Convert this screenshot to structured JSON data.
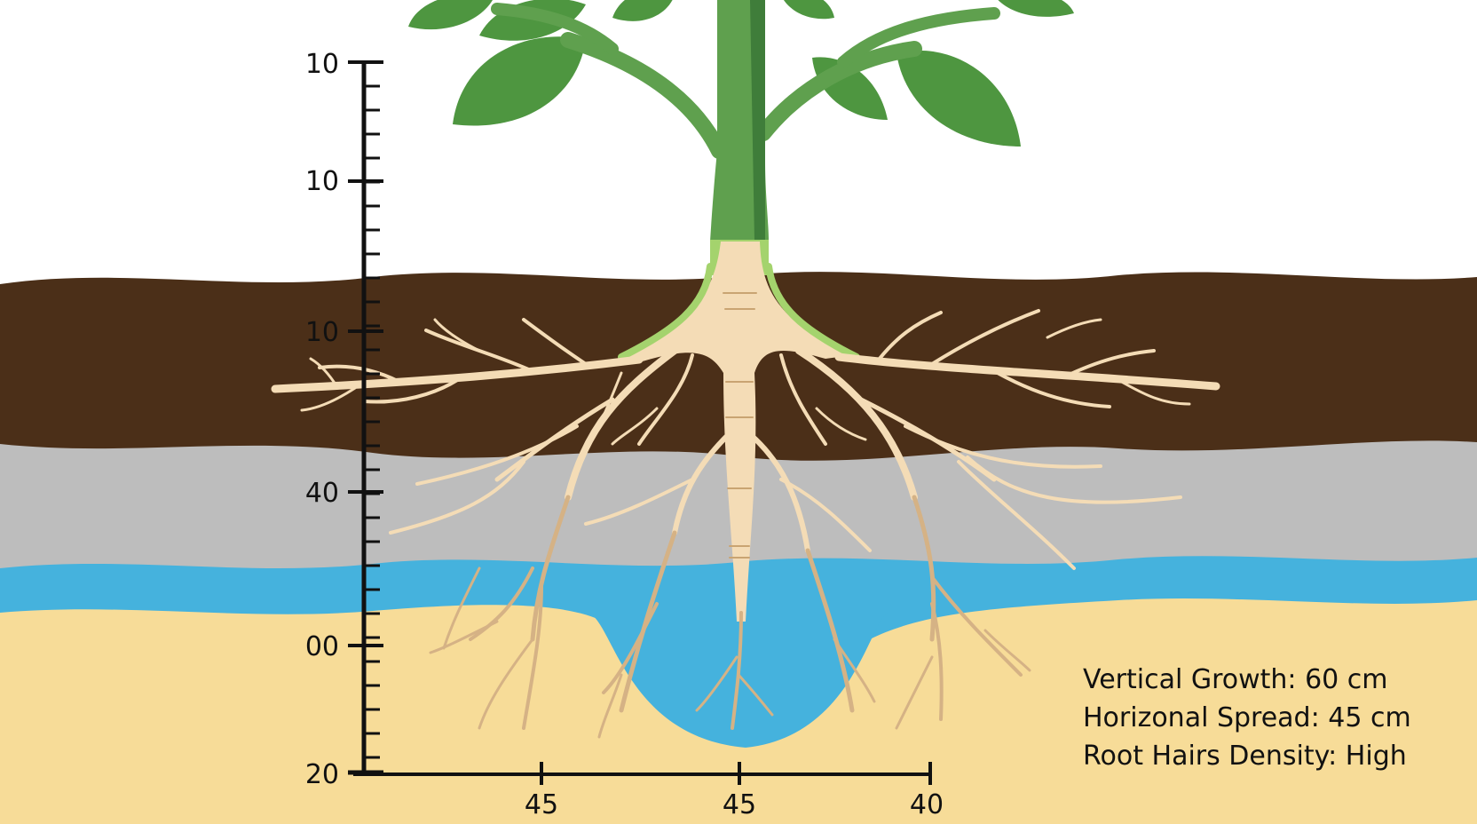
{
  "colors": {
    "sky": "#ffffff",
    "topsoil": "#4b2f18",
    "subsoil": "#bdbdbd",
    "water": "#45b2dd",
    "sand": "#f7dc98",
    "stem": "#5fa04e",
    "stem_dark": "#3f7d3a",
    "leaf": "#4e9640",
    "collar": "#a4d36d",
    "root": "#f4dcb6",
    "root_deep": "#d5b285",
    "axis": "#111111"
  },
  "depth_ruler": {
    "labels": [
      "10",
      "10",
      "10",
      "40",
      "00",
      "20"
    ]
  },
  "spread_axis": {
    "labels": [
      "45",
      "45",
      "40"
    ]
  },
  "stats": {
    "vertical_growth": "Vertical Growth: 60 cm",
    "horizontal_spread": "Horizonal Spread: 45 cm",
    "root_hairs_density": "Root Hairs Density: High"
  },
  "icons": [
    "plant-stem-icon",
    "leaf-icon",
    "root-system-icon",
    "water-table-icon"
  ]
}
